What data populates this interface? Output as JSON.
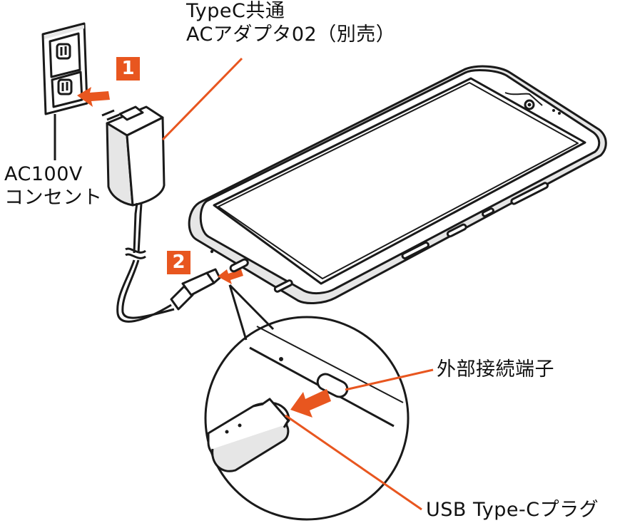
{
  "labels": {
    "adapter_line1": "TypeC共通",
    "adapter_line2": "ACアダプタ02（別売）",
    "outlet_line1": "AC100V",
    "outlet_line2": "コンセント",
    "port": "外部接続端子",
    "plug": "USB Type-Cプラグ"
  },
  "steps": {
    "step1": "1",
    "step2": "2"
  },
  "colors": {
    "accent": "#E8561F",
    "line": "#1a1a1a",
    "fill_gray": "#e6e6e6",
    "fill_white": "#ffffff"
  },
  "icons": [
    "wall-outlet-icon",
    "ac-adapter-icon",
    "smartphone-icon",
    "usb-type-c-plug-icon",
    "insert-arrow-icon",
    "magnifier-callout-icon"
  ]
}
